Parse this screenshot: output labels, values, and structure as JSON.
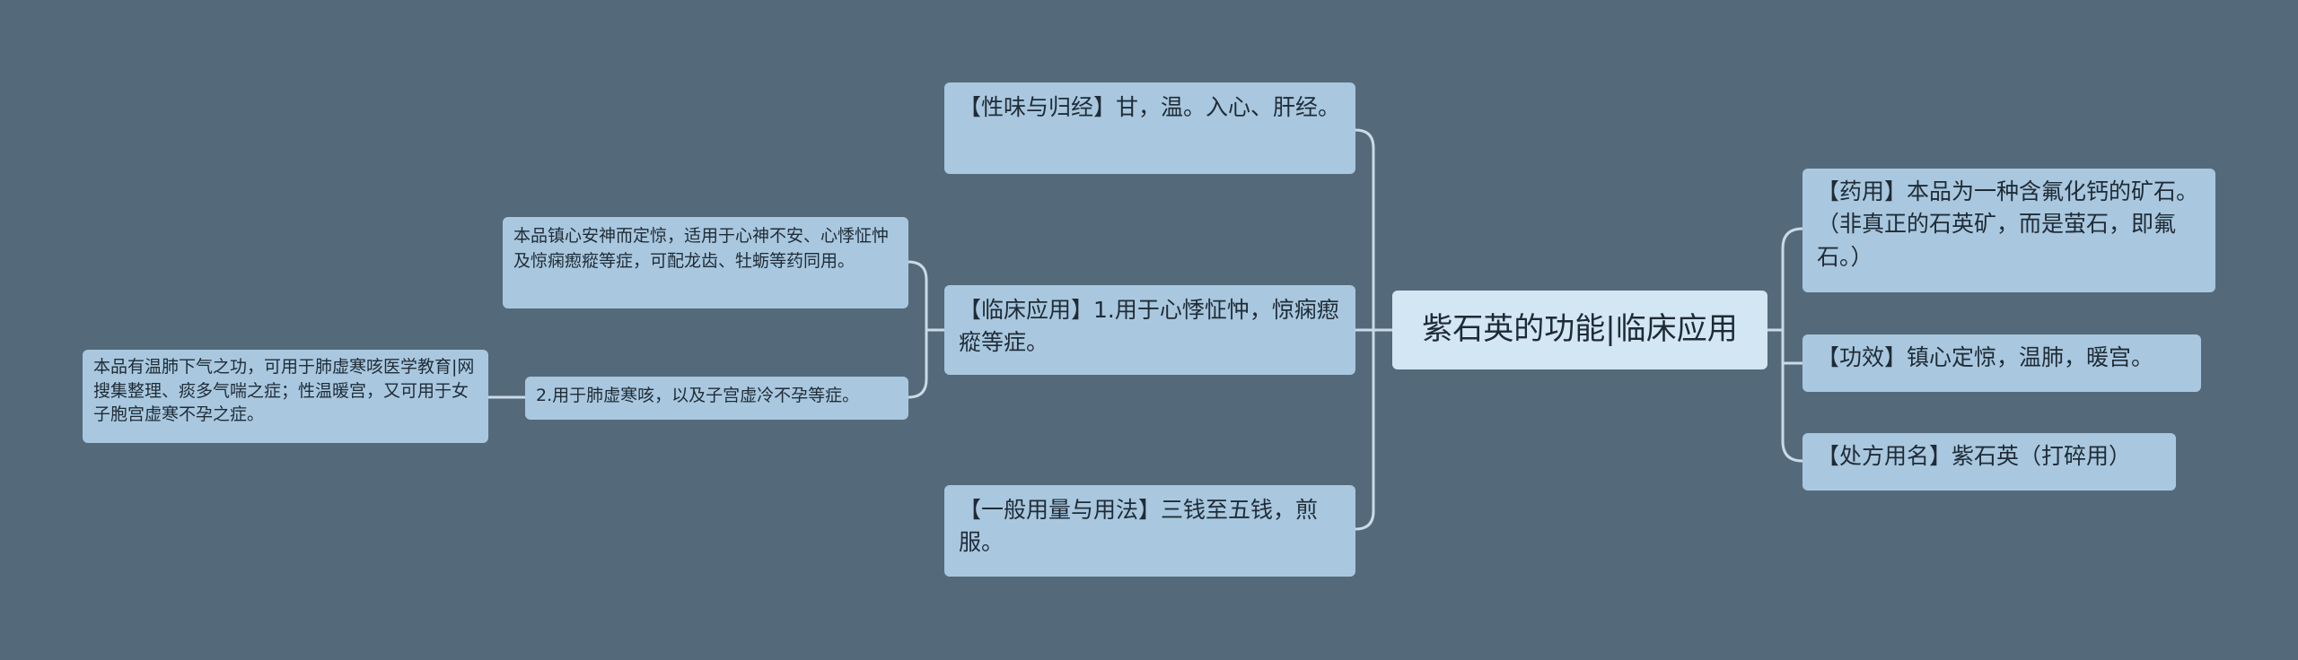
{
  "root": {
    "title": "紫石英的功能|临床应用"
  },
  "left": {
    "nature": "【性味与归经】甘，温。入心、肝经。",
    "clinical": "【临床应用】1.用于心悸怔忡，惊痫瘛瘲等症。",
    "clinical_note": "本品镇心安神而定惊，适用于心神不安、心悸怔忡及惊痫瘛瘲等症，可配龙齿、牡蛎等药同用。",
    "clinical_2": "2.用于肺虚寒咳，以及子宫虚冷不孕等症。",
    "clinical_2_note": "本品有温肺下气之功，可用于肺虚寒咳医学教育|网搜集整理、痰多气喘之症；性温暖宫，又可用于女子胞宫虚寒不孕之症。",
    "dosage": "【一般用量与用法】三钱至五钱，煎服。"
  },
  "right": {
    "medicinal": "【药用】本品为一种含氟化钙的矿石。（非真正的石英矿，而是萤石，即氟石。）",
    "effect": "【功效】镇心定惊，温肺，暖宫。",
    "prescription": "【处方用名】紫石英（打碎用）"
  },
  "colors": {
    "background": "#546a7b",
    "node": "#a9c8df",
    "root": "#d2e6f3",
    "line": "#c9dbe7"
  }
}
